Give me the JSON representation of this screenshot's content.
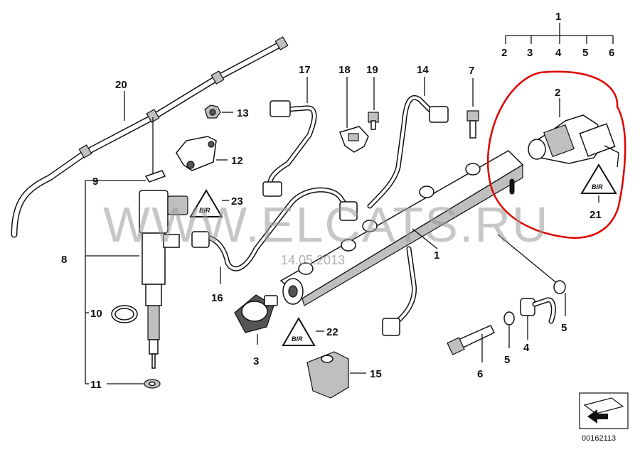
{
  "diagram": {
    "callouts": {
      "n1_top": "1",
      "n2_top": "2",
      "n3_top": "3",
      "n4_top": "4",
      "n5_top": "5",
      "n6_top": "6",
      "n20": "20",
      "n13": "13",
      "n12": "12",
      "n17": "17",
      "n18": "18",
      "n19": "19",
      "n14": "14",
      "n7": "7",
      "n2": "2",
      "n9": "9",
      "n23": "23",
      "n8": "8",
      "n16": "16",
      "n1": "1",
      "n21": "21",
      "n10": "10",
      "n22": "22",
      "n3": "3",
      "n4": "4",
      "n5a": "5",
      "n5b": "5",
      "n6": "6",
      "n15": "15",
      "n11": "11"
    },
    "triangle_marks": {
      "t23": "BIR",
      "t22": "BIR",
      "t21": "BIR"
    },
    "watermark": "WWW.ELCATS.RU",
    "watermark_date": "14.05.2013",
    "catalog_number": "00162113",
    "highlight_color": "#e00000"
  }
}
